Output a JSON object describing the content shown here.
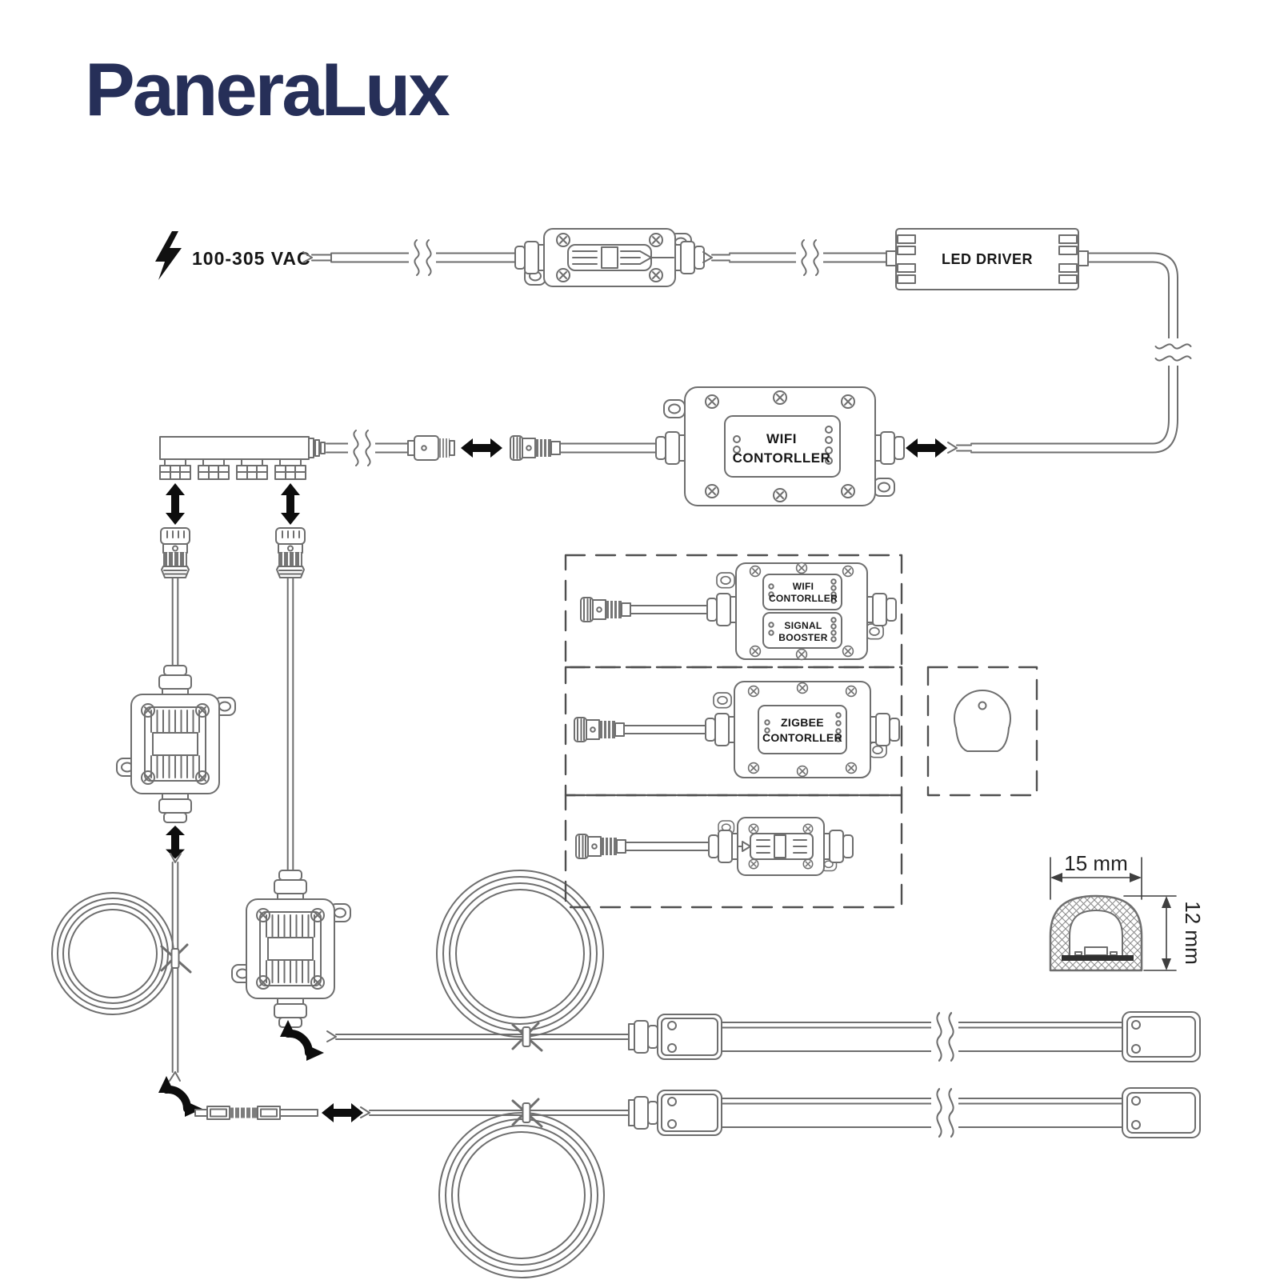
{
  "brand": {
    "name": "PaneraLux",
    "color": "#262f58"
  },
  "power": {
    "label": "100-305 VAC",
    "icon": "lightning-bolt-icon"
  },
  "devices": {
    "led_driver": {
      "label": "LED DRIVER"
    },
    "wifi_controller": {
      "line1": "WIFI",
      "line2": "CONTORLLER"
    },
    "wifi_signal_booster": {
      "wifi_line1": "WIFI",
      "wifi_line2": "CONTORLLER",
      "booster_line1": "SIGNAL",
      "booster_line2": "BOOSTER"
    },
    "zigbee_controller": {
      "line1": "ZIGBEE",
      "line2": "CONTORLLER"
    },
    "smart_button": {
      "name": "round-smart-button"
    }
  },
  "strip_profile": {
    "width_label": "15 mm",
    "height_label": "12 mm"
  },
  "colors": {
    "line": "#6e6e6e",
    "arrow": "#0d0d0d",
    "brand": "#262f58",
    "text": "#161616",
    "dim_line": "#3f3f3f"
  }
}
